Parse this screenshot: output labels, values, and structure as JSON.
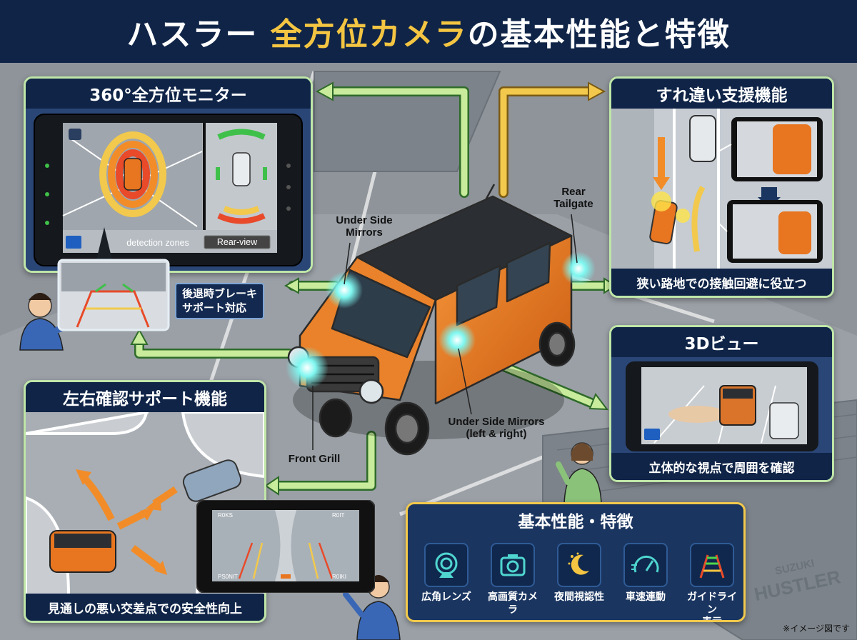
{
  "title": {
    "prefix": "ハスラー ",
    "accent": "全方位カメラ",
    "suffix": "の基本性能と特徴"
  },
  "panels": {
    "monitor": {
      "title": "360°全方位モニター",
      "zones_label": "detection zones",
      "rear_btn": "Rear-view",
      "badge_line1": "後退時ブレーキ",
      "badge_line2": "サポート対応"
    },
    "passing": {
      "title": "すれ違い支援機能",
      "footer": "狭い路地での接触回避に役立つ"
    },
    "view3d": {
      "title": "3Dビュー",
      "footer": "立体的な視点で周囲を確認"
    },
    "cross": {
      "title": "左右確認サポート機能",
      "footer": "見通しの悪い交差点での安全性向上",
      "screen_tl": "R0KS",
      "screen_tr": "R0IT",
      "screen_bl": "PS0NIT",
      "screen_br": "R0IKI"
    },
    "features": {
      "title": "基本性能・特徴",
      "items": [
        {
          "line1": "広角レンズ",
          "line2": "",
          "icon": "wide-lens-icon"
        },
        {
          "line1": "高画質カメラ",
          "line2": "",
          "icon": "camera-icon"
        },
        {
          "line1": "夜間視認性",
          "line2": "",
          "icon": "moon-stars-icon"
        },
        {
          "line1": "車速連動",
          "line2": "",
          "icon": "speedometer-icon"
        },
        {
          "line1": "ガイドライン",
          "line2": "表示",
          "icon": "guideline-icon"
        }
      ]
    }
  },
  "car_labels": {
    "under_mirrors_top": "Under Side\nMirrors",
    "rear_tailgate": "Rear\nTailgate",
    "front_grill": "Front Grill",
    "under_mirrors_lr": "Under Side Mirrors\n(left & right)"
  },
  "brand_text": {
    "suzuki": "SUZUKI",
    "hustler": "HUSTLER"
  },
  "note": "※イメージ図です",
  "colors": {
    "navy": "#0f2447",
    "accent": "#f4c542",
    "car_orange": "#e8751f",
    "arrow_green": "#c8ec9c",
    "arrow_yellow": "#f2c94c"
  }
}
